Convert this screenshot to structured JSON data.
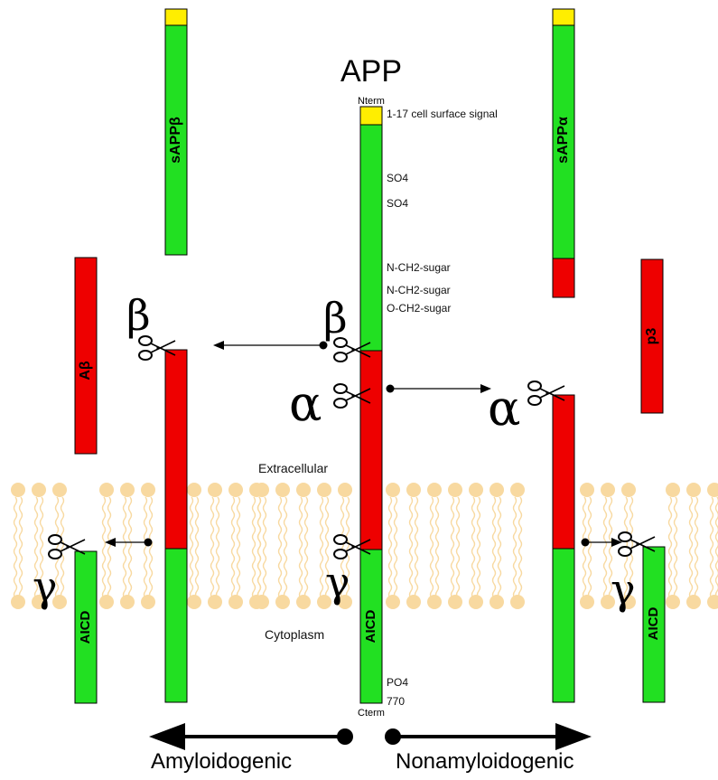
{
  "title": "APP",
  "app": {
    "nterm": "Nterm",
    "cterm": "Cterm",
    "annotations": {
      "signal": "1-17 cell surface signal",
      "so4_a": "SO4",
      "so4_b": "SO4",
      "nsugar_a": "N-CH2-sugar",
      "nsugar_b": "N-CH2-sugar",
      "osugar": "O-CH2-sugar",
      "po4": "PO4",
      "res770": "770"
    },
    "segment_label": "AICD"
  },
  "regions": {
    "extracellular": "Extracellular",
    "cytoplasm": "Cytoplasm"
  },
  "enzymes": {
    "beta": "β",
    "alpha": "α",
    "gamma": "γ"
  },
  "fragments": {
    "sappb": "sAPPβ",
    "sappa": "sAPPα",
    "abeta": "Aβ",
    "p3": "p3",
    "aicd_left": "AICD",
    "aicd_right": "AICD"
  },
  "pathways": {
    "amyloidogenic": "Amyloidogenic",
    "nonamyloidogenic": "Nonamyloidogenic"
  },
  "colors": {
    "signal": "#ffee00",
    "ecto": "#22e022",
    "abeta": "#ee0000",
    "lipid": "#f8d9a0",
    "outline": "#000000"
  }
}
